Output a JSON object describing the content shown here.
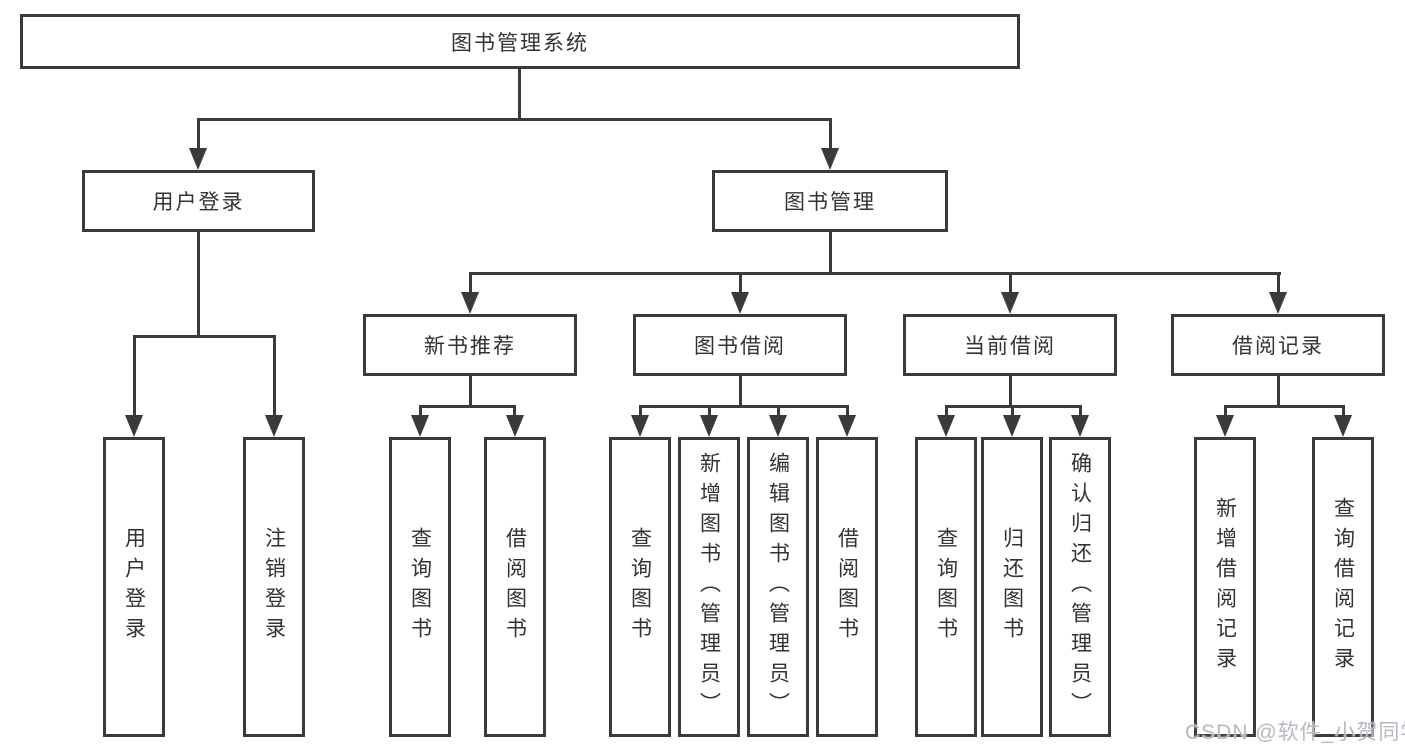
{
  "diagram": {
    "root": "图书管理系统",
    "branches": {
      "user_login": {
        "label": "用户登录",
        "children": [
          "用户登录",
          "注销登录"
        ]
      },
      "book_management": {
        "label": "图书管理",
        "groups": [
          {
            "label": "新书推荐",
            "children": [
              "查询图书",
              "借阅图书"
            ]
          },
          {
            "label": "图书借阅",
            "children": [
              "查询图书",
              "新增图书（管理员）",
              "编辑图书（管理员）",
              "借阅图书"
            ]
          },
          {
            "label": "当前借阅",
            "children": [
              "查询图书",
              "归还图书",
              "确认归还（管理员）"
            ]
          },
          {
            "label": "借阅记录",
            "children": [
              "新增借阅记录",
              "查询借阅记录"
            ]
          }
        ]
      }
    }
  },
  "watermark": {
    "text": "CSDN @软件_小贺同学"
  },
  "colors": {
    "line": "#3a3a3a",
    "text": "#333333",
    "watermark": "#b6b9c0",
    "background": "#ffffff"
  }
}
